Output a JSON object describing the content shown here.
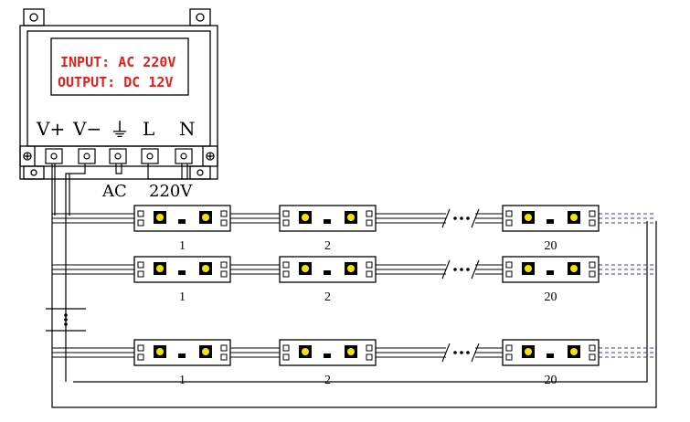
{
  "power_supply": {
    "input_label": "INPUT: AC 220V",
    "output_label": "OUTPUT: DC 12V",
    "terminals": [
      "V+",
      "V−",
      "⏚",
      "L",
      "N"
    ]
  },
  "wiring": {
    "ac_label": "AC",
    "voltage_label": "220V"
  },
  "strip_rows": [
    {
      "module_labels": [
        "1",
        "2",
        "20"
      ]
    },
    {
      "module_labels": [
        "1",
        "2",
        "20"
      ]
    },
    {
      "module_labels": [
        "1",
        "2",
        "20"
      ]
    }
  ],
  "colors": {
    "label_red": "#e0201c",
    "led": "#f2e600",
    "dashed_wire": "#3a3aa0"
  }
}
